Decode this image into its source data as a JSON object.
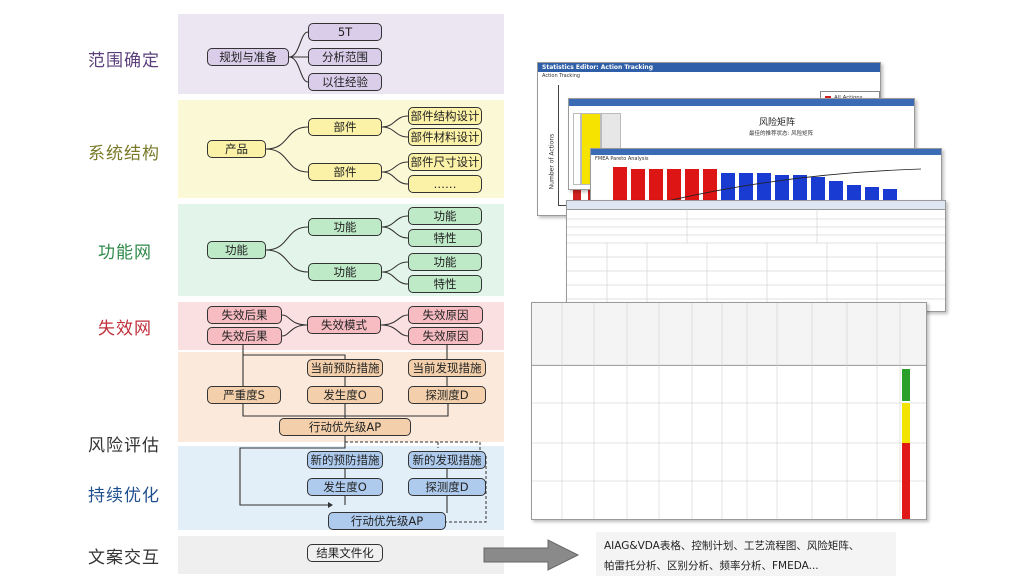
{
  "stages": [
    {
      "label": "范围确定",
      "color": "#5b3f7a"
    },
    {
      "label": "系统结构",
      "color": "#7a7a2a"
    },
    {
      "label": "功能网",
      "color": "#2f8a4a"
    },
    {
      "label": "失效网",
      "color": "#c0303c"
    },
    {
      "label": "风险评估",
      "color": "#333333"
    },
    {
      "label": "持续优化",
      "color": "#1f4f8f"
    },
    {
      "label": "文案交互",
      "color": "#333333"
    }
  ],
  "scope": {
    "root": "规划与准备",
    "items": [
      "5T",
      "分析范围",
      "以往经验"
    ]
  },
  "structure": {
    "root": "产品",
    "parts": [
      "部件",
      "部件"
    ],
    "details": [
      "部件结构设计",
      "部件材料设计",
      "部件尺寸设计",
      "……"
    ]
  },
  "function": {
    "root": "功能",
    "mids": [
      "功能",
      "功能"
    ],
    "leaves": [
      "功能",
      "特性",
      "功能",
      "特性"
    ]
  },
  "failure": {
    "effects": [
      "失效后果",
      "失效后果"
    ],
    "mode": "失效模式",
    "causes": [
      "失效原因",
      "失效原因"
    ]
  },
  "risk": {
    "prevent": "当前预防措施",
    "detect": "当前发现措施",
    "severity": "严重度S",
    "occurrence": "发生度O",
    "detection": "探测度D",
    "ap": "行动优先级AP"
  },
  "optimize": {
    "new_prevent": "新的预防措施",
    "new_detect": "新的发现措施",
    "occurrence": "发生度O",
    "detection": "探测度D",
    "ap": "行动优先级AP"
  },
  "docs": {
    "result": "结果文件化",
    "output_line1": "AIAG&VDA表格、控制计划、工艺流程图、风险矩阵、",
    "output_line2": "帕雷托分析、区别分析、频率分析、FMEDA..."
  },
  "screens": {
    "stats_title": "Statistics Editor: Action Tracking",
    "stats_sub": "Action Tracking",
    "stats_ylabel": "Number of Actions",
    "stats_legend": "All Actions",
    "risk_title": "风险矩阵",
    "risk_sub": "最佳的推荐状态: 风险矩阵",
    "pareto_label": "FMEA Pareto Analysis"
  },
  "colors": {
    "purple": "#d9cdea",
    "yellow": "#fbf2a8",
    "green": "#bfeac8",
    "pink": "#f6bcc2",
    "tan": "#f3d0ab",
    "blue": "#aecbed"
  }
}
